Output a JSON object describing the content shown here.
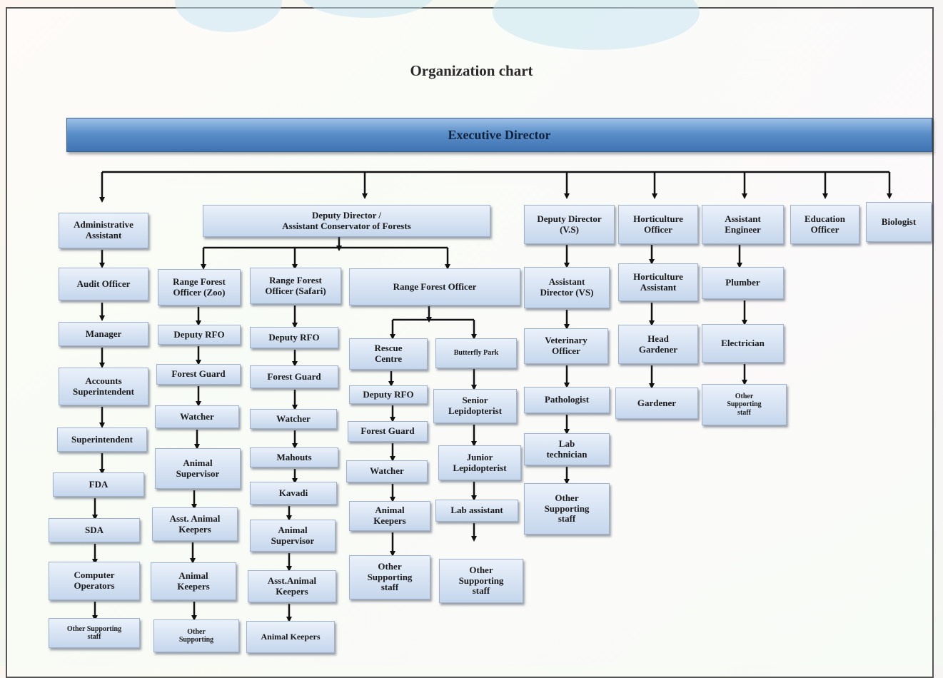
{
  "title": "Organization chart",
  "top": "Executive Director",
  "level1": {
    "administrative_assistant": "Administrative\nAssistant",
    "deputy_director": "Deputy Director /\nAssistant Conservator of Forests",
    "deputy_director_vs": "Deputy Director\n(V.S)",
    "horticulture_officer": "Horticulture\nOfficer",
    "assistant_engineer": "Assistant\nEngineer",
    "education_officer": "Education\nOfficer",
    "biologist": "Biologist"
  },
  "admin_chain": [
    "Audit Officer",
    "Manager",
    "Accounts\nSuperintendent",
    "Superintendent",
    "FDA",
    "SDA",
    "Computer\nOperators",
    "Other Supporting\nstaff"
  ],
  "rfo_zoo_chain": [
    "Range Forest\nOfficer (Zoo)",
    "Deputy RFO",
    "Forest Guard",
    "Watcher",
    "Animal\nSupervisor",
    "Asst. Animal\nKeepers",
    "Animal\nKeepers",
    "Other\nSupporting"
  ],
  "rfo_safari_chain": [
    "Range Forest\nOfficer (Safari)",
    "Deputy RFO",
    "Forest Guard",
    "Watcher",
    "Mahouts",
    "Kavadi",
    "Animal\nSupervisor",
    "Asst.Animal\nKeepers",
    "Animal Keepers"
  ],
  "rfo": "Range Forest Officer",
  "rescue_chain": [
    "Rescue\nCentre",
    "Deputy RFO",
    "Forest Guard",
    "Watcher",
    "Animal\nKeepers",
    "Other\nSupporting\nstaff"
  ],
  "butterfly_chain": [
    "Butterfly Park",
    "Senior\nLepidopterist",
    "Junior\nLepidopterist",
    "Lab assistant",
    "Other\nSupporting\nstaff"
  ],
  "vs_chain": [
    "Assistant\nDirector (VS)",
    "Veterinary\nOfficer",
    "Pathologist",
    "Lab\ntechnician",
    "Other\nSupporting\nstaff"
  ],
  "horti_chain": [
    "Horticulture\nAssistant",
    "Head\nGardener",
    "Gardener"
  ],
  "engg_chain": [
    "Plumber",
    "Electrician",
    "Other\nSupporting\nstaff"
  ]
}
